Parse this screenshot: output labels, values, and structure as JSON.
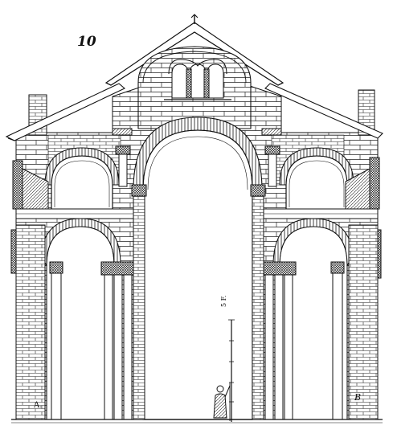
{
  "figure": {
    "number": "10",
    "label_left": "A.",
    "label_right": "B",
    "scale_label": "5 F."
  },
  "colors": {
    "ink": "#111111",
    "paper": "#ffffff"
  }
}
